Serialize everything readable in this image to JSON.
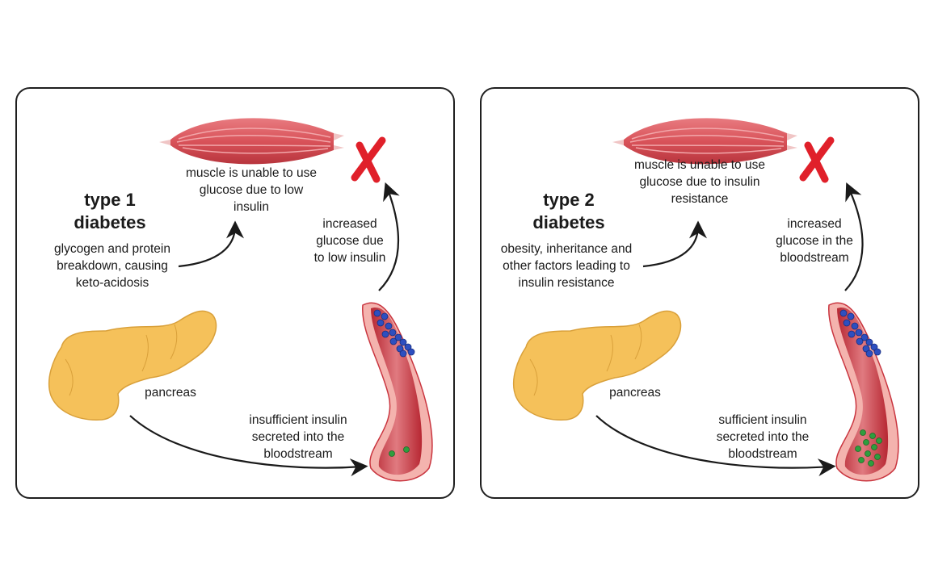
{
  "panels": [
    {
      "title": "type 1\ndiabetes",
      "cause": "glycogen and protein\nbreakdown, causing\nketo-acidosis",
      "muscle_label": "muscle is unable to use\nglucose due to low\ninsulin",
      "glucose_label": "increased\nglucose due\nto low insulin",
      "pancreas_label": "pancreas",
      "insulin_label": "insufficient insulin\nsecreted into the\nbloodstream"
    },
    {
      "title": "type 2\ndiabetes",
      "cause": "obesity, inheritance and\nother factors leading to\ninsulin resistance",
      "muscle_label": "muscle is unable to use\nglucose due to insulin\nresistance",
      "glucose_label": "increased\nglucose in the\nbloodstream",
      "pancreas_label": "pancreas",
      "insulin_label": "sufficient insulin\nsecreted into the\nbloodstream"
    }
  ],
  "colors": {
    "muscle": "#d9535a",
    "muscle_stripe": "#f2a7aa",
    "cross": "#e0202a",
    "pancreas": "#f5c15a",
    "vessel_wall": "#f4b3ae",
    "vessel_inner": "#c9353f",
    "glucose": "#2d4fc0",
    "insulin": "#2f9e3e"
  },
  "icons": {
    "muscle": "muscle-icon",
    "cross": "cross-icon",
    "pancreas": "pancreas-icon",
    "vessel": "blood-vessel-icon"
  }
}
